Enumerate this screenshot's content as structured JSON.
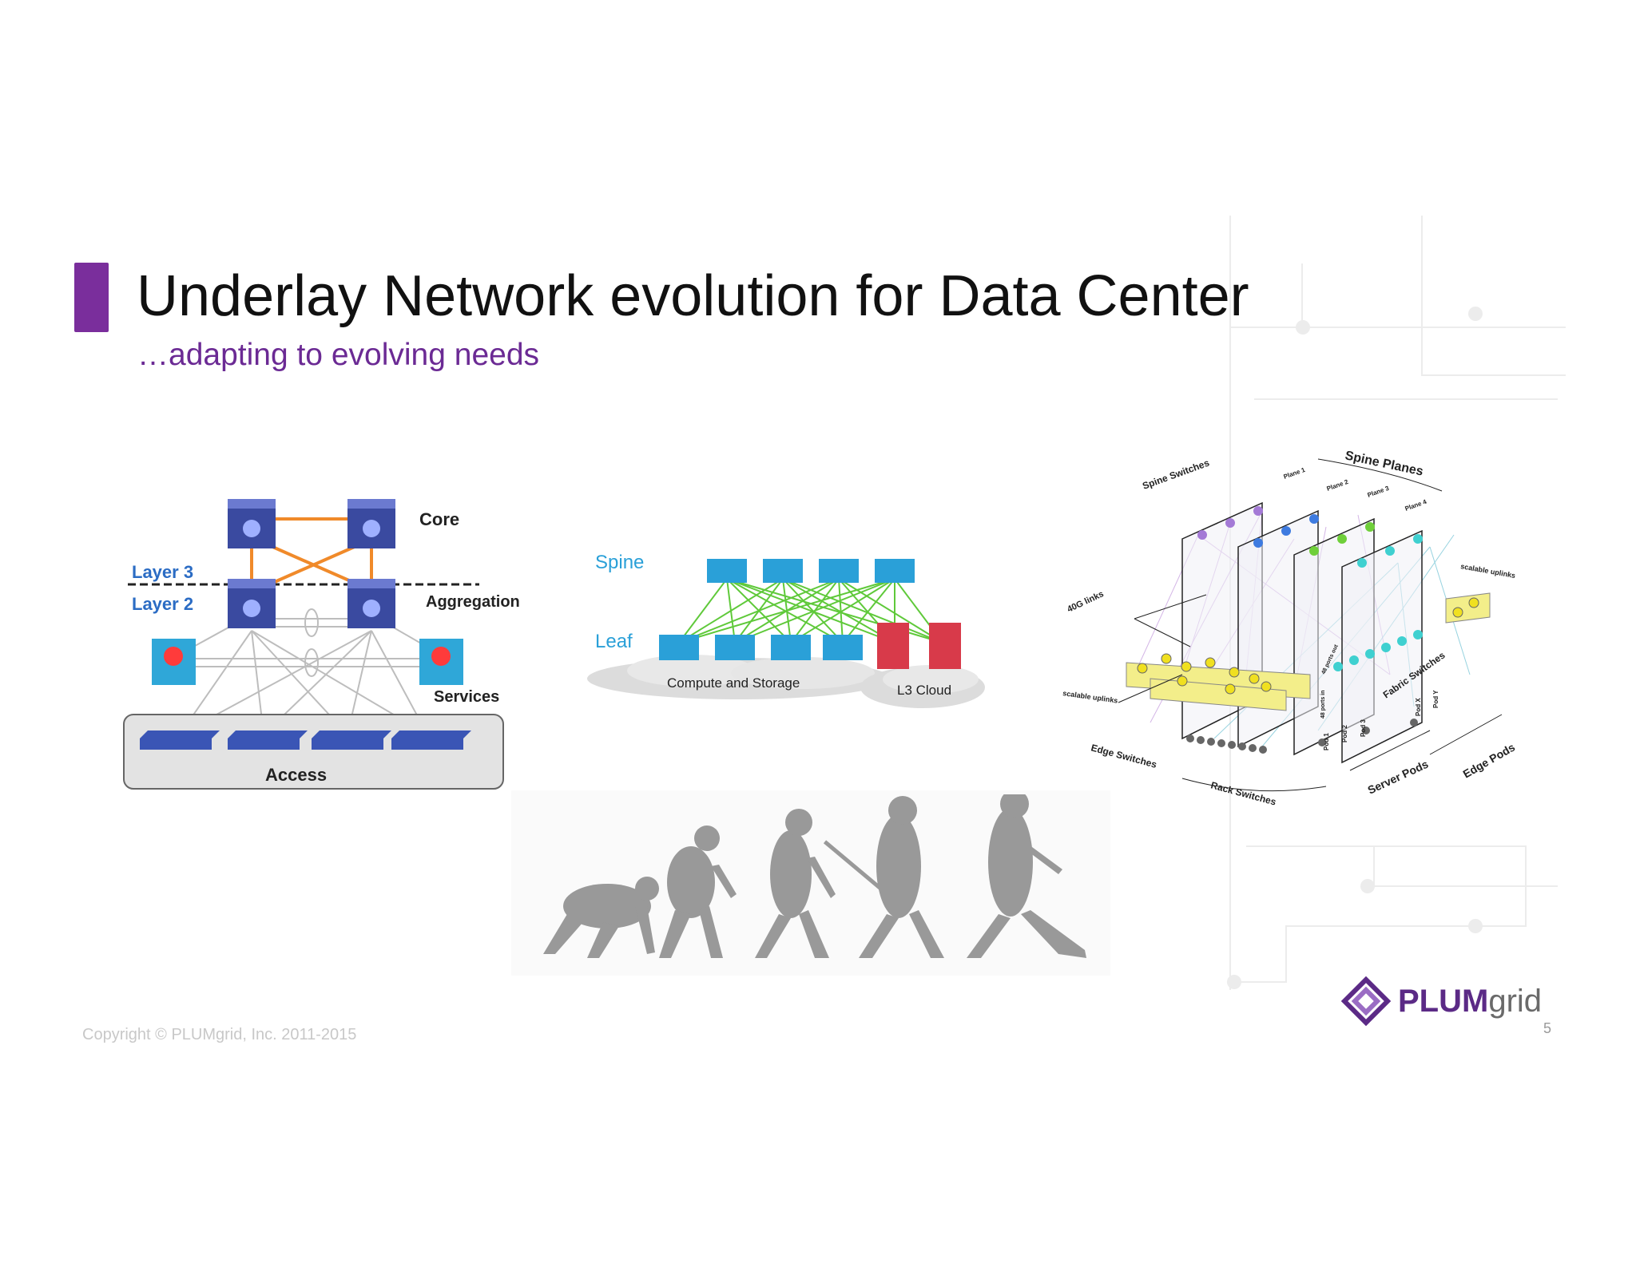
{
  "slide": {
    "title": "Underlay Network evolution for Data Center",
    "subtitle": "…adapting to evolving needs",
    "copyright": "Copyright © PLUMgrid, Inc. 2011-2015",
    "page_number": "5",
    "accent_color": "#7a2e9c",
    "logo": {
      "part1": "PLUM",
      "part2": "grid"
    }
  },
  "three_tier": {
    "core": "Core",
    "layer3": "Layer 3",
    "layer2": "Layer 2",
    "aggregation": "Aggregation",
    "services": "Services",
    "access": "Access"
  },
  "spine_leaf": {
    "spine": "Spine",
    "leaf": "Leaf",
    "compute": "Compute and Storage",
    "l3cloud": "L3 Cloud"
  },
  "fabric": {
    "spine_planes": "Spine Planes",
    "spine_switches": "Spine Switches",
    "plane1": "Plane 1",
    "plane2": "Plane 2",
    "plane3": "Plane 3",
    "plane4": "Plane 4",
    "links40g": "40G links",
    "scalable_uplinks": "scalable uplinks",
    "edge_switches": "Edge Switches",
    "rack_switches": "Rack Switches",
    "server_pods": "Server Pods",
    "edge_pods": "Edge Pods",
    "fabric_switches": "Fabric Switches",
    "pod1": "Pod 1",
    "pod2": "Pod 2",
    "pod3": "Pod 3",
    "podx": "Pod X",
    "pody": "Pod Y",
    "ports_in": "48 ports in",
    "ports_out": "48 ports out"
  }
}
